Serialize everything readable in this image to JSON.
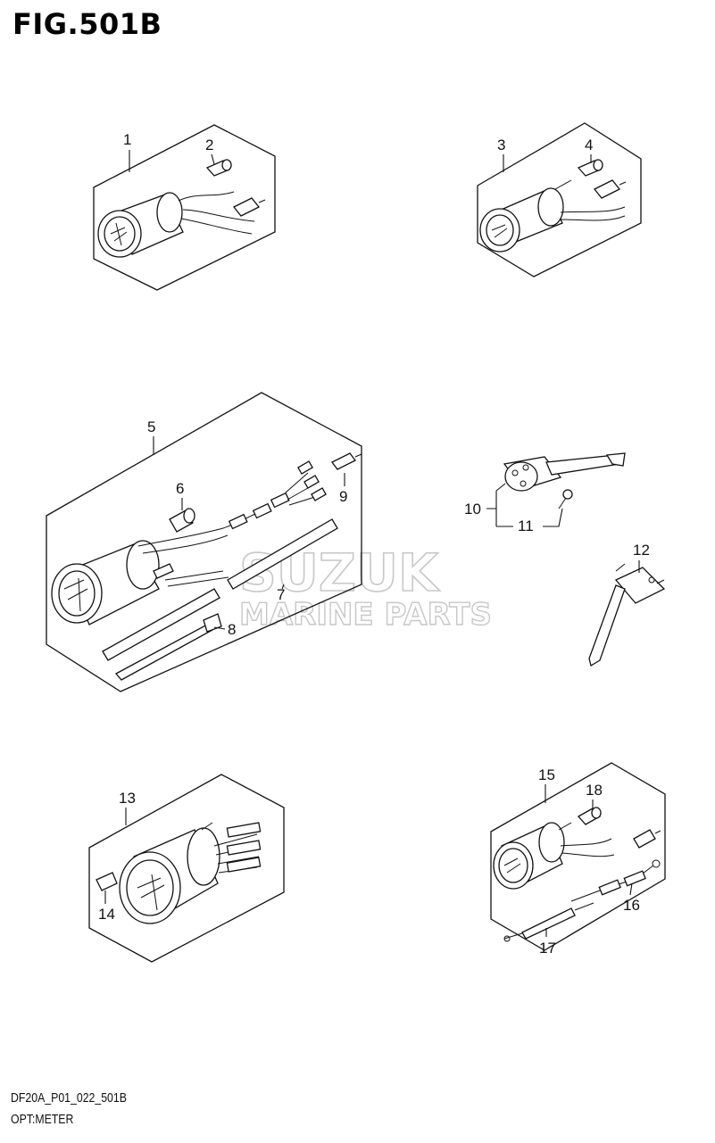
{
  "figure": {
    "title": "FIG.501B",
    "model_code": "DF20A_P01_022_501B",
    "subtitle": "OPT:METER"
  },
  "watermark": {
    "line1": "SUZUK",
    "line2": "MARINE PARTS"
  },
  "callouts": [
    "1",
    "2",
    "3",
    "4",
    "5",
    "6",
    "7",
    "8",
    "9",
    "10",
    "11",
    "12",
    "13",
    "14",
    "15",
    "16",
    "17",
    "18"
  ]
}
